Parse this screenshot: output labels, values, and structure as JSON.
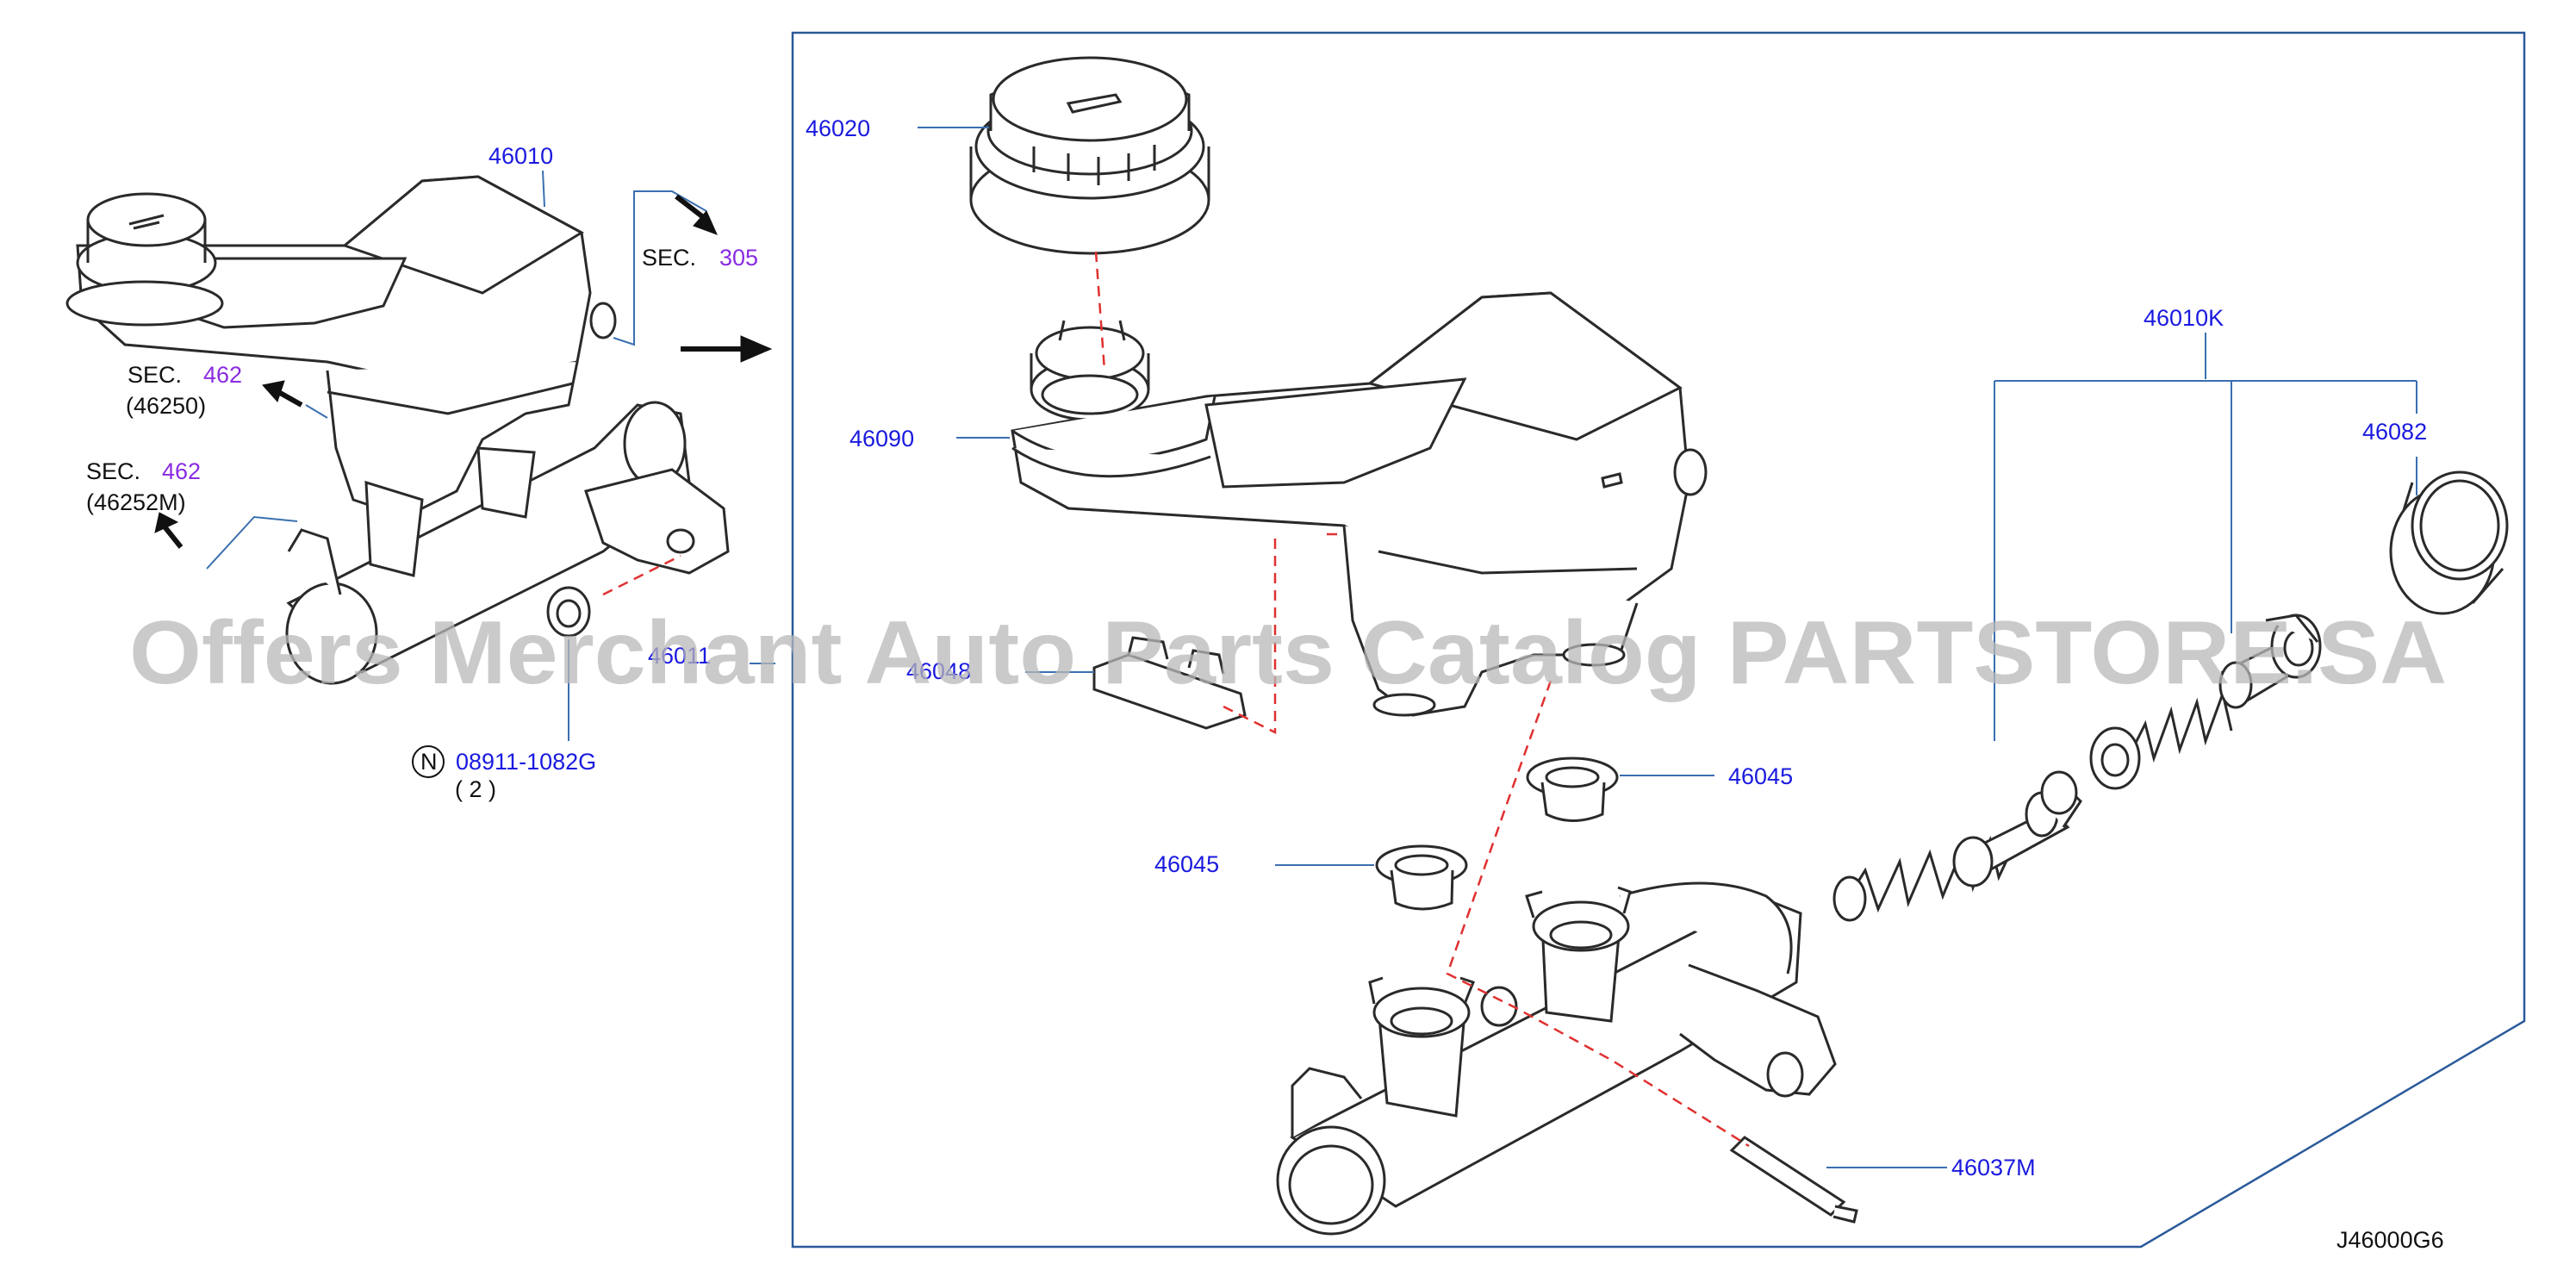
{
  "colors": {
    "part_number": "#1a1adf",
    "section_number": "#8a2be2",
    "outline": "#2a2a2a",
    "leader": "#3a6fb0",
    "hidden_line": "#e03030",
    "watermark": "#b8b8b8",
    "text": "#111111"
  },
  "callouts": {
    "p46010": "46010",
    "p46020": "46020",
    "p46090": "46090",
    "p46010k": "46010K",
    "p46082": "46082",
    "p46045a": "46045",
    "p46045b": "46045",
    "p46011": "46011",
    "p46048": "46048",
    "p46037m": "46037M",
    "nut_part": "08911-1082G",
    "nut_symbol": "N",
    "nut_qty": "( 2 )"
  },
  "sections": {
    "sec305_label": "SEC.",
    "sec305_num": "305",
    "sec462a_label": "SEC.",
    "sec462a_num": "462",
    "sec462a_ref": "(46250)",
    "sec462b_label": "SEC.",
    "sec462b_num": "462",
    "sec462b_ref": "(46252M)"
  },
  "diagram_id": "J46000G6",
  "watermark": "Offers Merchant Auto Parts Catalog PARTSTORE.SA"
}
